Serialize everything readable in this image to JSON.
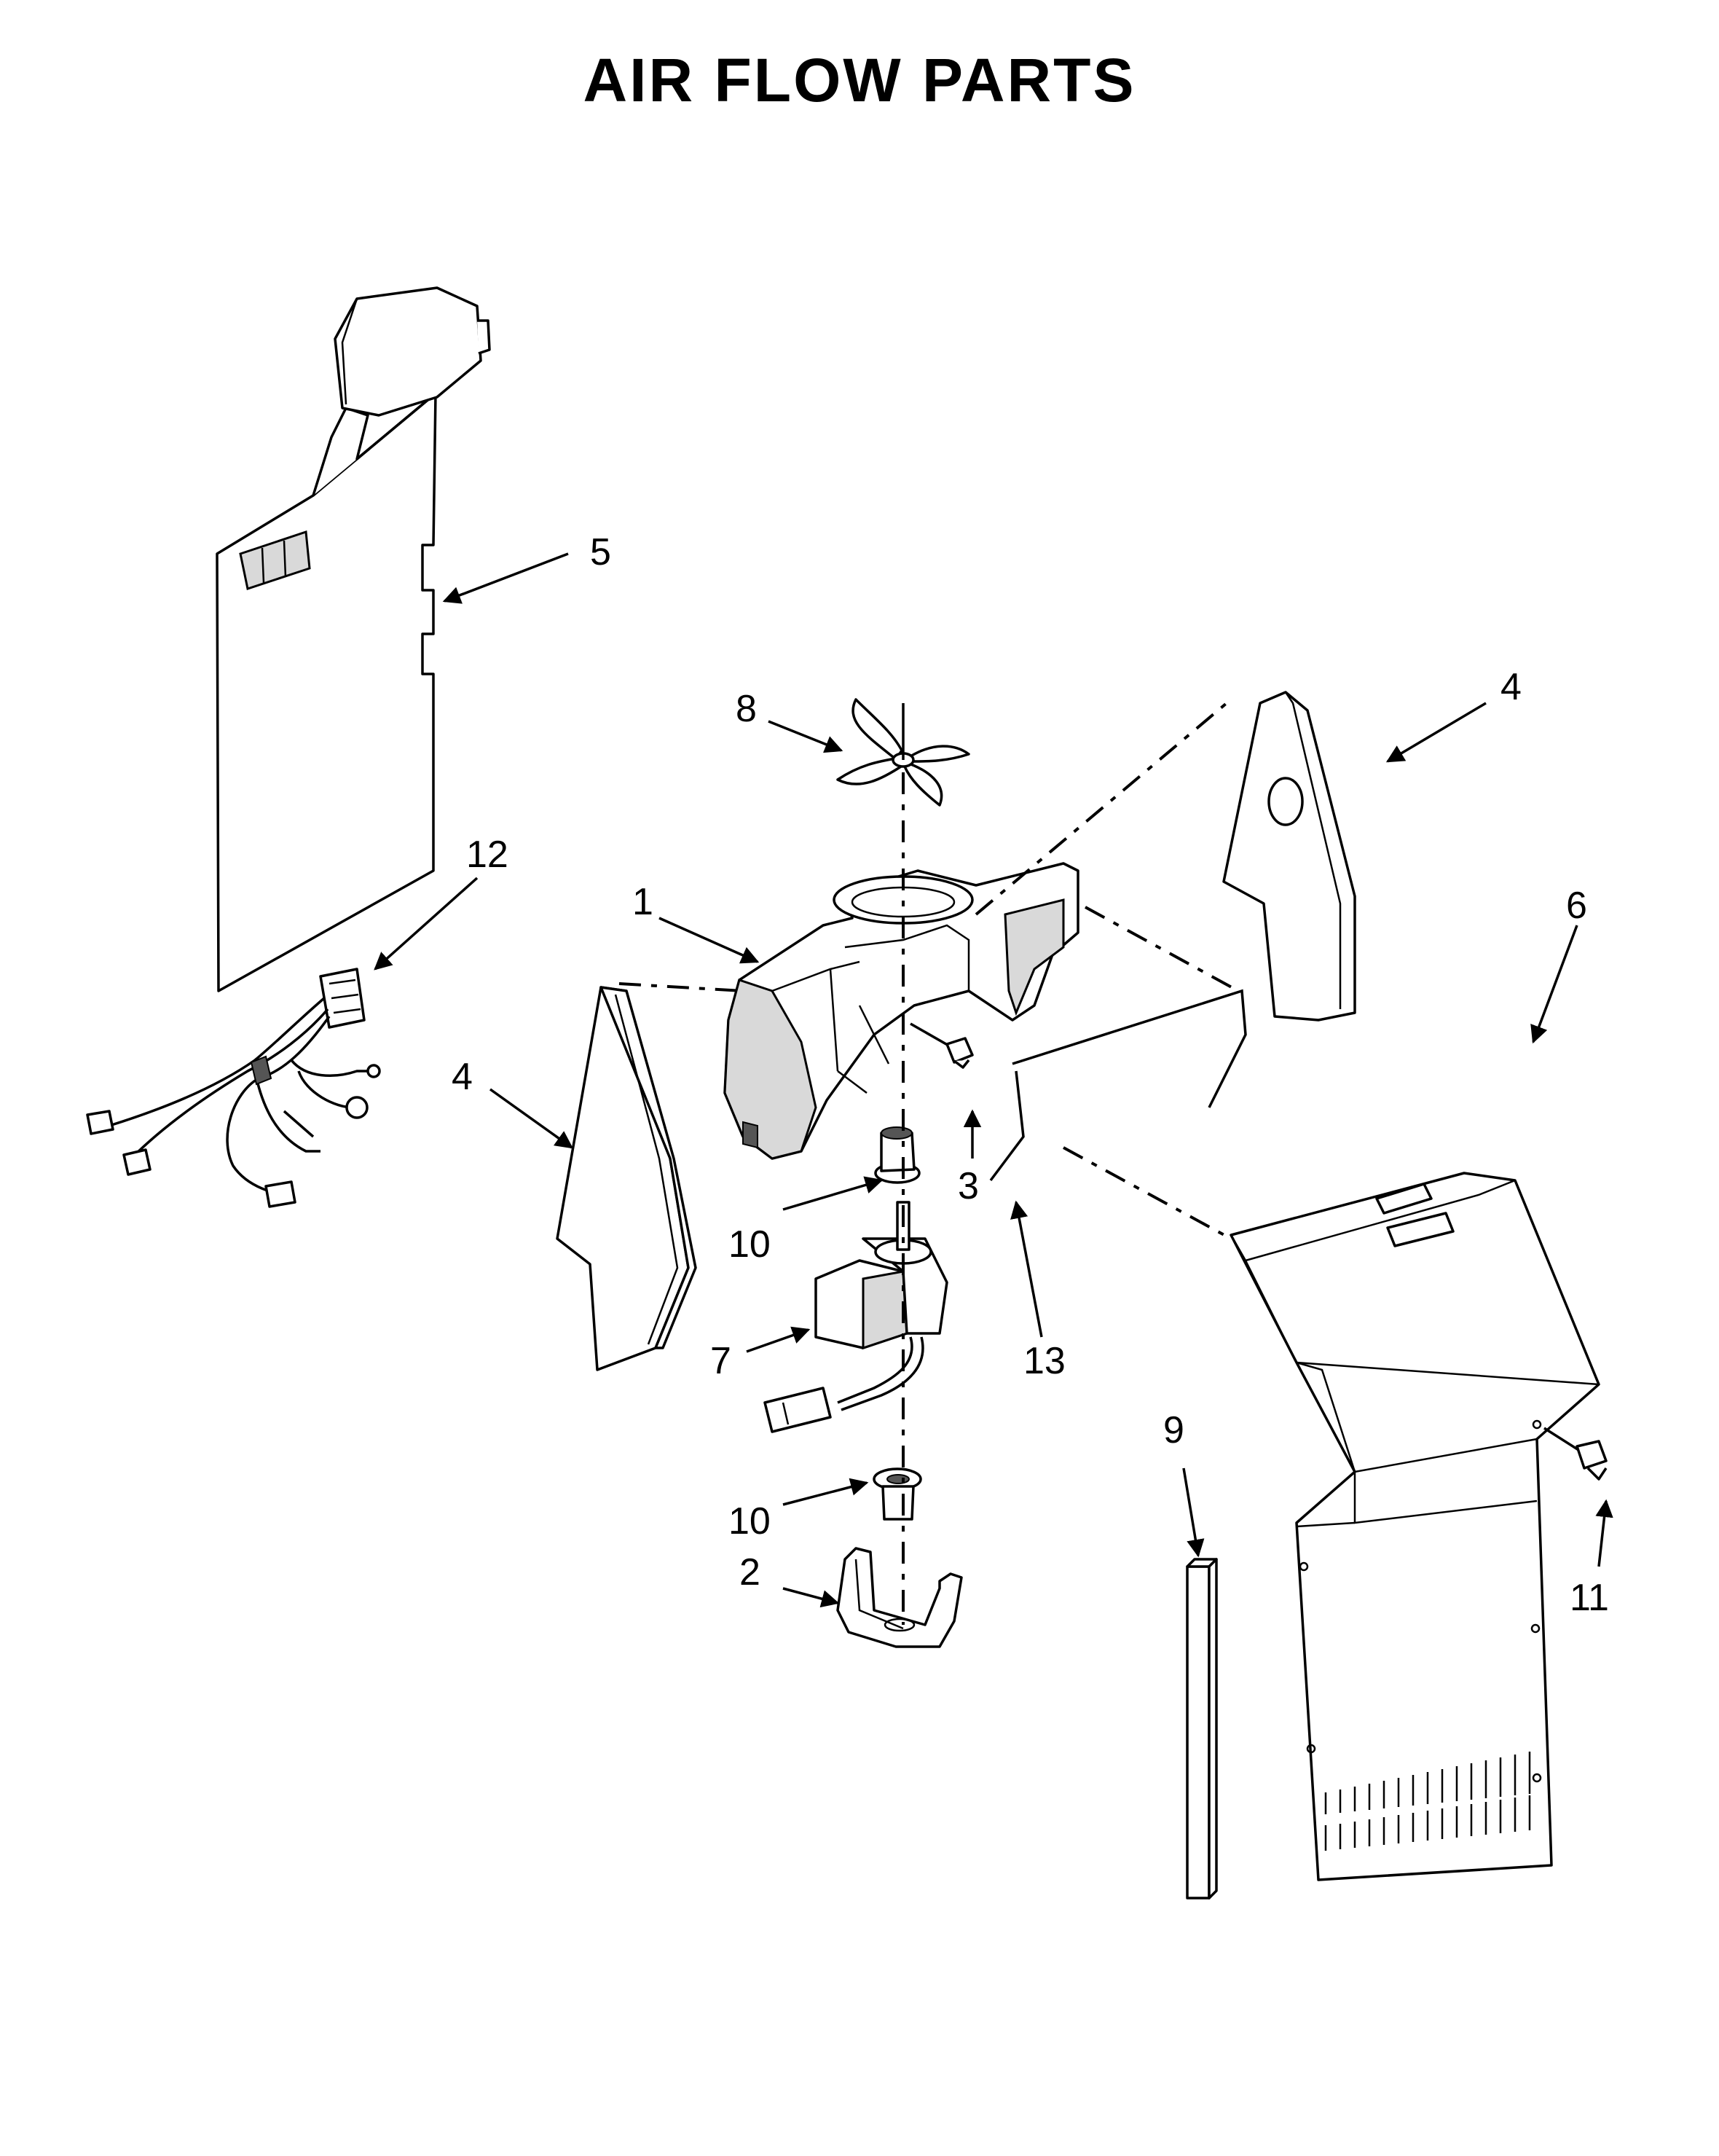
{
  "title": "AIR FLOW PARTS",
  "callouts": [
    {
      "id": "1",
      "text": "1"
    },
    {
      "id": "2",
      "text": "2"
    },
    {
      "id": "3",
      "text": "3"
    },
    {
      "id": "4a",
      "text": "4"
    },
    {
      "id": "4b",
      "text": "4"
    },
    {
      "id": "5",
      "text": "5"
    },
    {
      "id": "6",
      "text": "6"
    },
    {
      "id": "7",
      "text": "7"
    },
    {
      "id": "8",
      "text": "8"
    },
    {
      "id": "9",
      "text": "9"
    },
    {
      "id": "10a",
      "text": "10"
    },
    {
      "id": "10b",
      "text": "10"
    },
    {
      "id": "11",
      "text": "11"
    },
    {
      "id": "12",
      "text": "12"
    },
    {
      "id": "13",
      "text": "13"
    }
  ]
}
